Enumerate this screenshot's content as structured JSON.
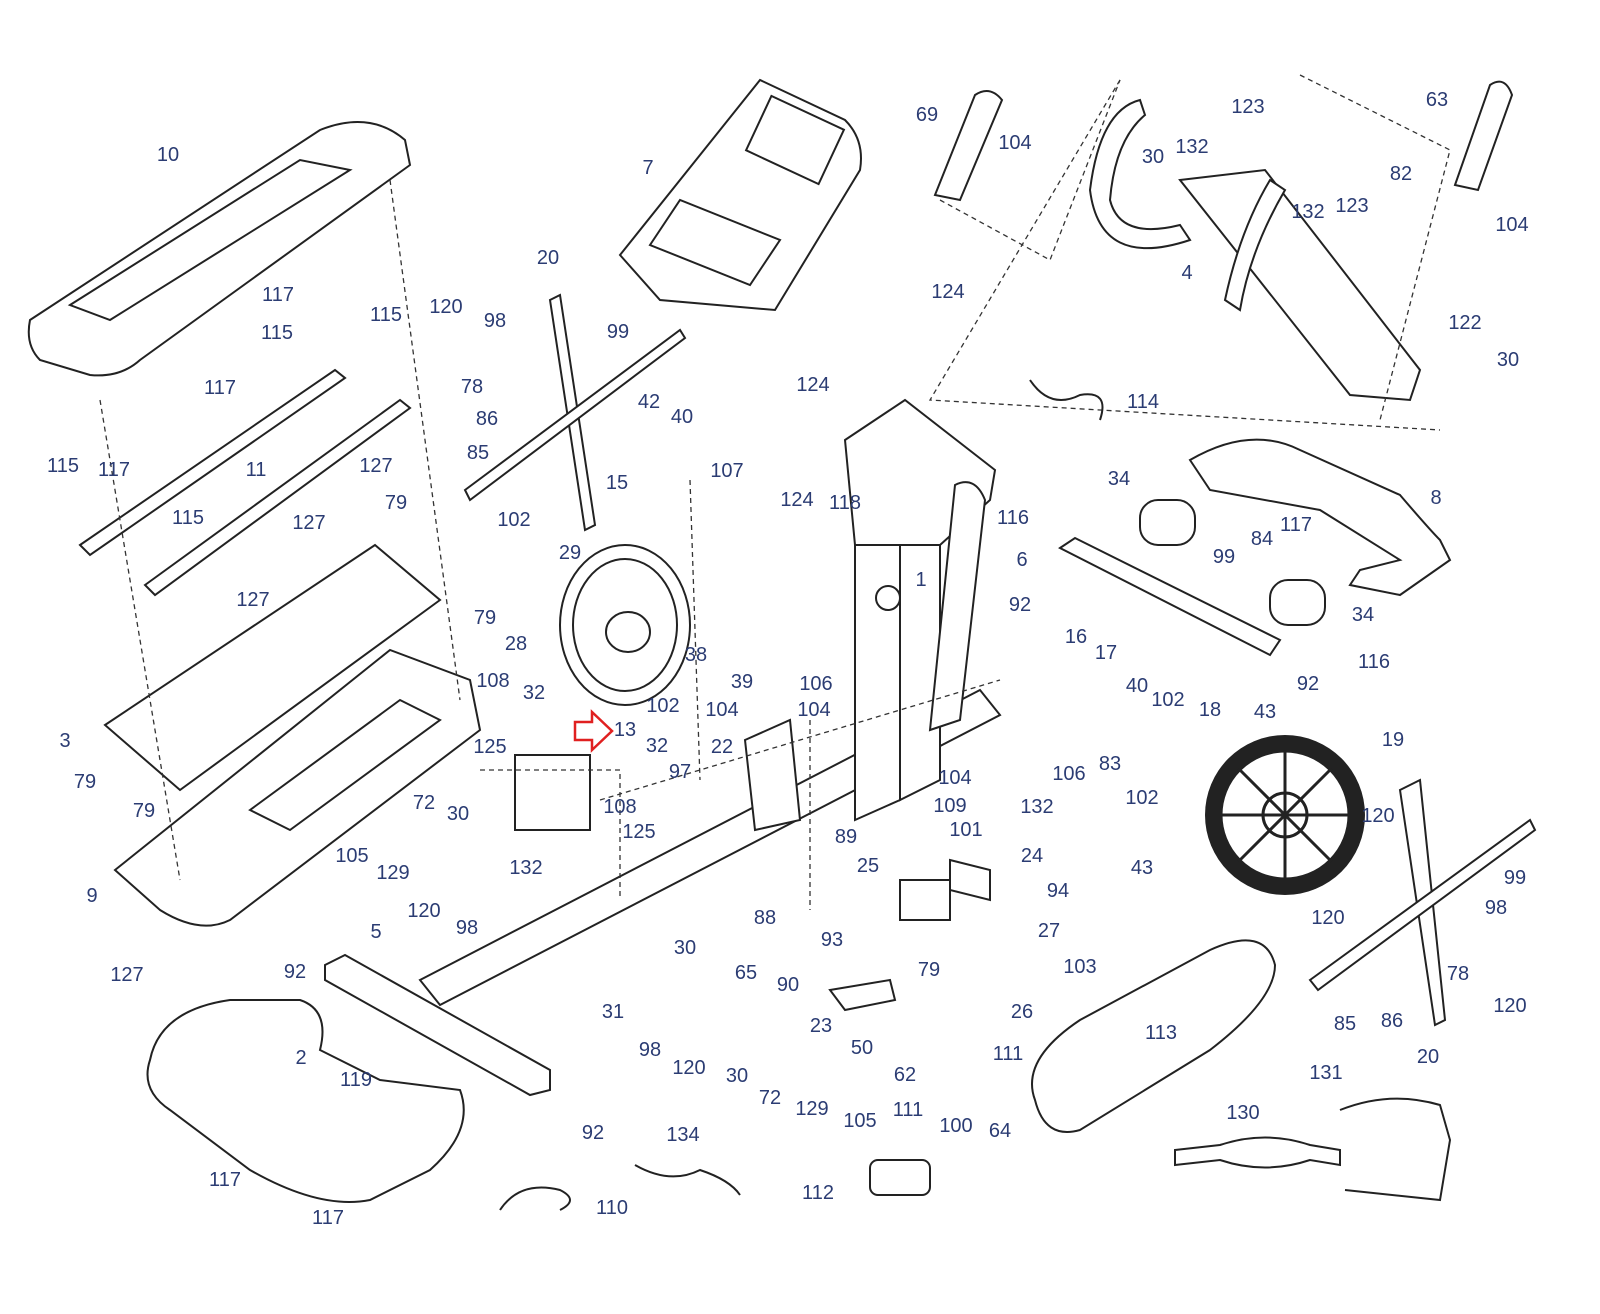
{
  "diagram": {
    "type": "exploded parts diagram",
    "label_color": "#2b3c73",
    "highlight_color": "#e02020",
    "highlighted_part": "13",
    "part_labels": [
      "10",
      "7",
      "69",
      "104",
      "123",
      "30",
      "132",
      "63",
      "82",
      "104",
      "132",
      "123",
      "4",
      "122",
      "30",
      "124",
      "124",
      "117",
      "117",
      "115",
      "115",
      "120",
      "98",
      "20",
      "99",
      "78",
      "86",
      "85",
      "42",
      "40",
      "15",
      "107",
      "124",
      "118",
      "114",
      "34",
      "116",
      "117",
      "8",
      "84",
      "6",
      "99",
      "92",
      "34",
      "117",
      "115",
      "11",
      "115",
      "127",
      "127",
      "79",
      "102",
      "29",
      "1",
      "127",
      "79",
      "28",
      "38",
      "39",
      "106",
      "16",
      "17",
      "116",
      "92",
      "102",
      "104",
      "104",
      "40",
      "102",
      "18",
      "43",
      "19",
      "108",
      "32",
      "125",
      "13",
      "32",
      "22",
      "97",
      "104",
      "106",
      "83",
      "102",
      "132",
      "3",
      "79",
      "79",
      "108",
      "125",
      "109",
      "101",
      "89",
      "72",
      "30",
      "105",
      "129",
      "132",
      "120",
      "43",
      "24",
      "25",
      "94",
      "99",
      "98",
      "120",
      "9",
      "120",
      "98",
      "88",
      "93",
      "27",
      "103",
      "78",
      "120",
      "127",
      "92",
      "5",
      "30",
      "65",
      "90",
      "79",
      "26",
      "85",
      "86",
      "20",
      "31",
      "23",
      "50",
      "113",
      "2",
      "119",
      "98",
      "120",
      "30",
      "72",
      "129",
      "105",
      "111",
      "62",
      "111",
      "100",
      "64",
      "131",
      "130",
      "92",
      "134",
      "117",
      "110",
      "112",
      "117"
    ]
  }
}
